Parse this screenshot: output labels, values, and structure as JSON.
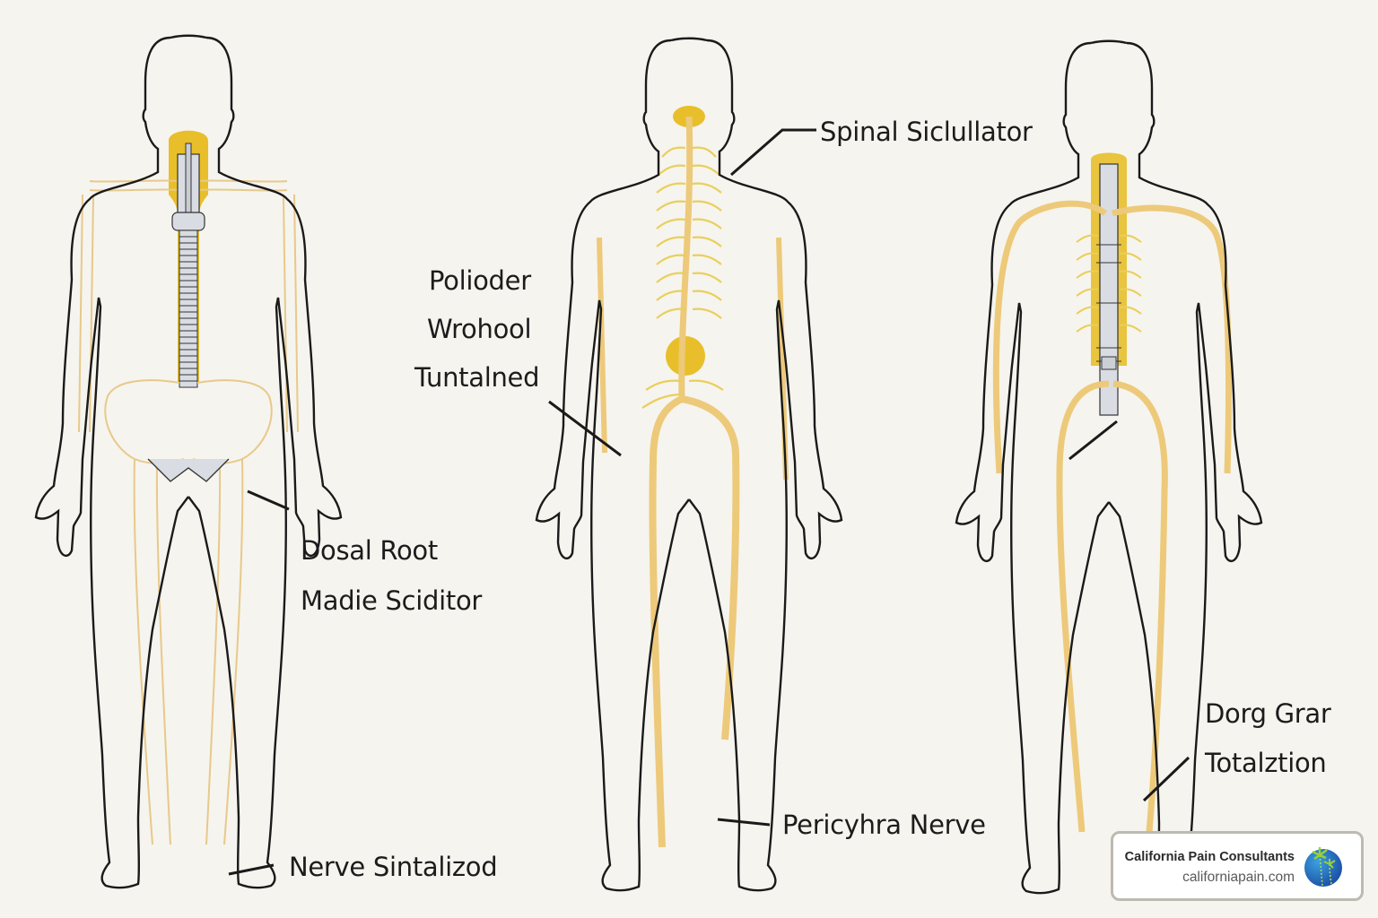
{
  "diagram": {
    "title": "",
    "background_color": "#f6f4ee",
    "accent_color": "#e8bf2a",
    "nerve_color": "#edc97a",
    "outline_color": "#1a1a1a",
    "figures": [
      {
        "id": "left",
        "description": "Back view with yellow-highlighted spinal column implant and skeletal outline"
      },
      {
        "id": "middle",
        "description": "Back view with spinal cord and branching nerves, thick nerve down legs"
      },
      {
        "id": "right",
        "description": "Back view with spinal cord stimulator device and leads running down body"
      }
    ],
    "labels": {
      "spinal_stimulator": "Spinal Siclullator",
      "poliode_line1": "Polioder",
      "poliode_line2": "Wrohool",
      "poliode_line3": "Tuntalned",
      "dorsal_root_line1": "Dosal Root",
      "dorsal_root_line2": "Madie Sciditor",
      "nerve_stimulated": "Nerve Sintalizod",
      "peripheral_nerve": "Pericyhra Nerve",
      "dorsal_graft_line1": "Dorg Grar",
      "dorsal_graft_line2": "Totalztion"
    }
  },
  "badge": {
    "name": "California Pain Consultants",
    "url": "californiapain.com",
    "logo_icon": "palm-tree-globe-icon"
  }
}
